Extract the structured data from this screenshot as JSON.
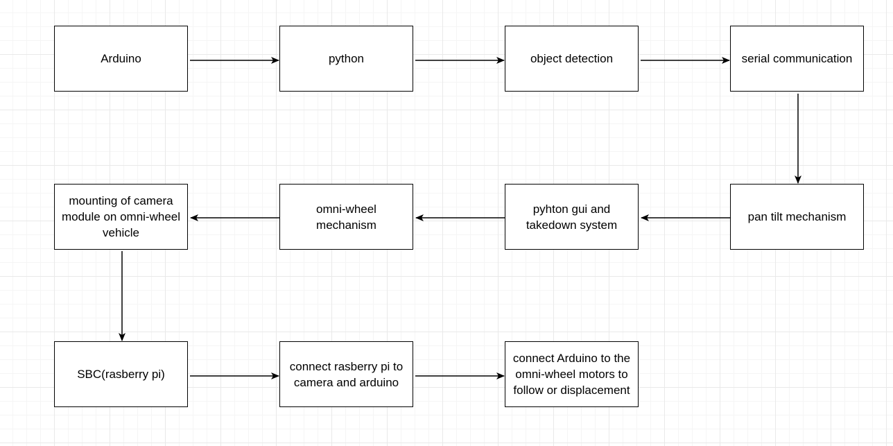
{
  "diagram": {
    "nodes": [
      {
        "id": "arduino",
        "label": "Arduino"
      },
      {
        "id": "python",
        "label": "python"
      },
      {
        "id": "object-detection",
        "label": "object detection"
      },
      {
        "id": "serial-communication",
        "label": "serial communication"
      },
      {
        "id": "pan-tilt-mechanism",
        "label": "pan tilt mechanism"
      },
      {
        "id": "python-gui",
        "label": "pyhton gui and takedown system"
      },
      {
        "id": "omni-wheel-mechanism",
        "label": "omni-wheel mechanism"
      },
      {
        "id": "camera-mounting",
        "label": "mounting of camera module on omni-wheel vehicle"
      },
      {
        "id": "sbc",
        "label": "SBC(rasberry pi)"
      },
      {
        "id": "connect-pi",
        "label": "connect rasberry pi to camera and arduino"
      },
      {
        "id": "connect-arduino",
        "label": "connect Arduino to the omni-wheel motors to follow or displacement"
      }
    ],
    "edges": [
      {
        "from": "arduino",
        "to": "python"
      },
      {
        "from": "python",
        "to": "object-detection"
      },
      {
        "from": "object-detection",
        "to": "serial-communication"
      },
      {
        "from": "serial-communication",
        "to": "pan-tilt-mechanism"
      },
      {
        "from": "pan-tilt-mechanism",
        "to": "python-gui"
      },
      {
        "from": "python-gui",
        "to": "omni-wheel-mechanism"
      },
      {
        "from": "omni-wheel-mechanism",
        "to": "camera-mounting"
      },
      {
        "from": "camera-mounting",
        "to": "sbc"
      },
      {
        "from": "sbc",
        "to": "connect-pi"
      },
      {
        "from": "connect-pi",
        "to": "connect-arduino"
      }
    ]
  }
}
